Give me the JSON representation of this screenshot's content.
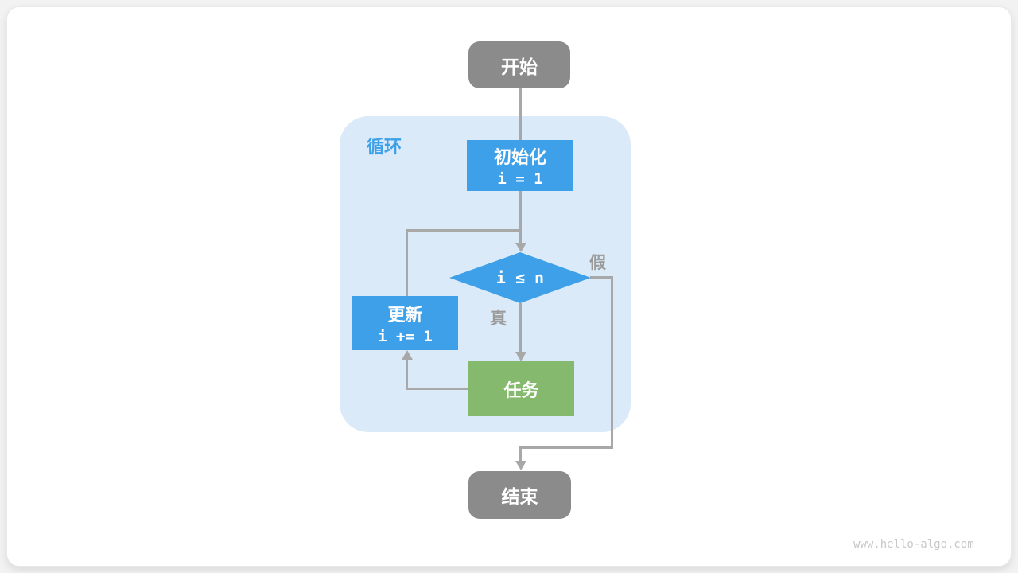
{
  "flowchart": {
    "loop_label": "循环",
    "nodes": {
      "start": {
        "label": "开始"
      },
      "init": {
        "label": "初始化",
        "code": "i = 1"
      },
      "condition": {
        "label": "i ≤ n"
      },
      "update": {
        "label": "更新",
        "code": "i += 1"
      },
      "task": {
        "label": "任务"
      },
      "end": {
        "label": "结束"
      }
    },
    "branch_labels": {
      "false": "假",
      "true": "真"
    }
  },
  "page": {
    "watermark": "www.hello-algo.com"
  },
  "colors": {
    "blue": "#3DA0E8",
    "blue-light": "#DBEAF8",
    "green": "#85B96D",
    "gray-node": "#8B8B8B",
    "line": "#A8A8A8",
    "label-gray": "#9A9A9A",
    "page-bg": "#F2F2F2",
    "card-bg": "#FFFFFF",
    "watermark": "#C8C8C8"
  }
}
